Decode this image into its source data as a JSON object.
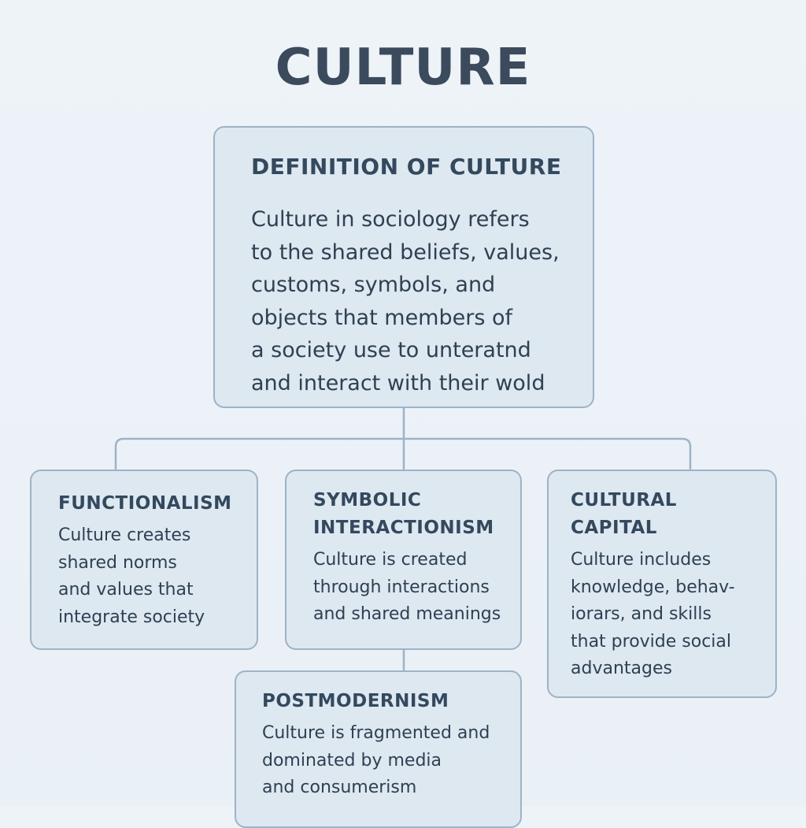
{
  "title": "CULTURE",
  "definition": {
    "heading": "DEFINITION OF CULTURE",
    "lines": [
      "Culture in sociology refers",
      "to the shared beliefs, values,",
      "customs, symbols, and",
      "objects that members of",
      "a society use to unteratnd",
      "and interact with their wold"
    ]
  },
  "theories": {
    "functionalism": {
      "heading_lines": [
        "FUNCTIONALISM"
      ],
      "lines": [
        "Culture creates",
        "shared norms",
        "and values that",
        "integrate society"
      ]
    },
    "symbolic_interactionism": {
      "heading_lines": [
        "SYMBOLIC",
        "INTERACTIONISM"
      ],
      "lines": [
        "Culture is created",
        "through interactions",
        "and shared meanings"
      ]
    },
    "cultural_capital": {
      "heading_lines": [
        "CULTURAL",
        "CAPITAL"
      ],
      "lines": [
        "Culture includes",
        "knowledge, behav-",
        "iorars, and skills",
        "that provide social",
        "advantages"
      ]
    },
    "postmodernism": {
      "heading_lines": [
        "POSTMODERNISM"
      ],
      "lines": [
        "Culture is fragmented and",
        "dominated by media",
        "and consumerism"
      ]
    }
  },
  "colors": {
    "background": "#eef3f8",
    "box_fill": "#dde8f1",
    "box_border": "#9db3c7",
    "connector": "#9db3c7",
    "text": "#2f4052"
  }
}
